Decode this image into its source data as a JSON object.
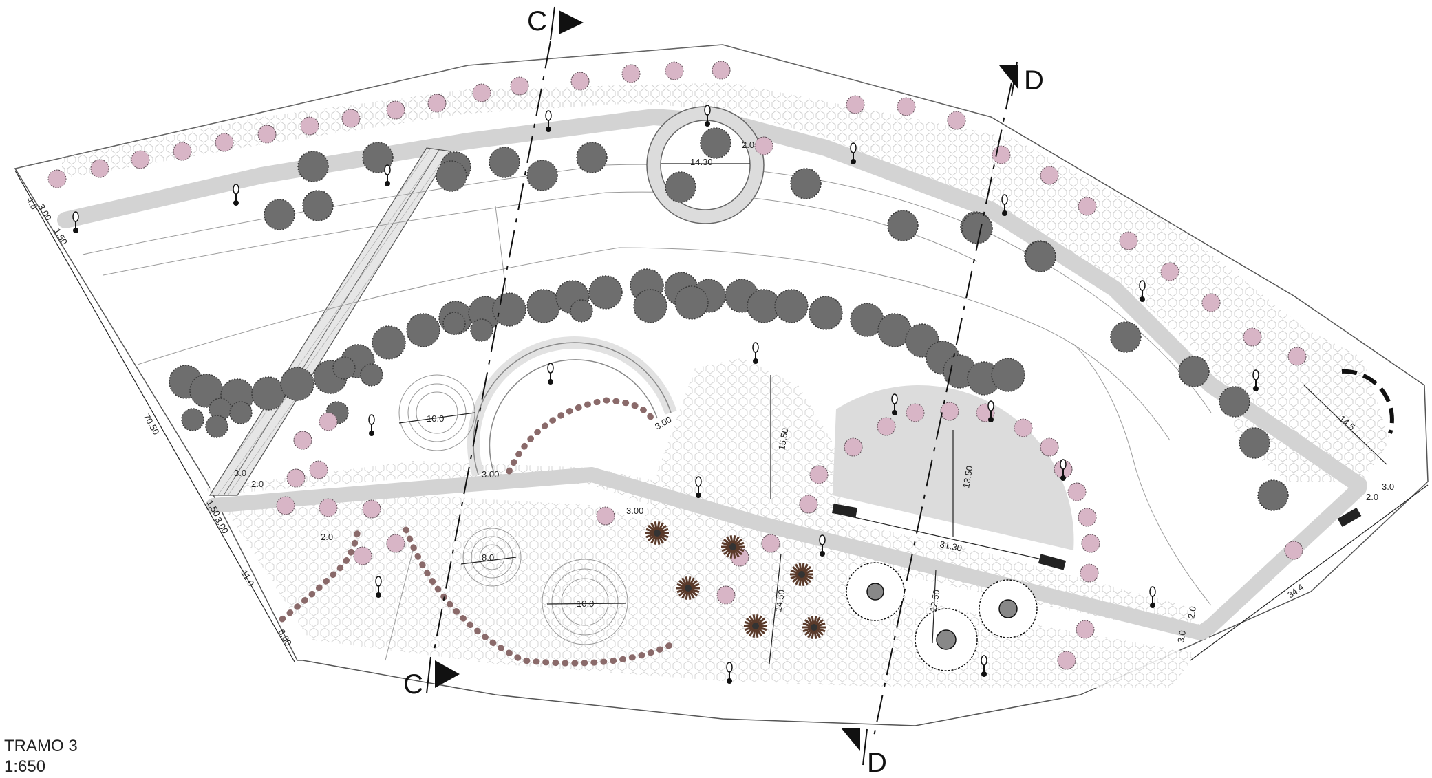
{
  "plan": {
    "title": "TRAMO 3",
    "scale": "1:650"
  },
  "sections": {
    "c_label": "C",
    "d_label": "D"
  },
  "dimensions": {
    "d_4_8": "4.8",
    "d_3_00_w": "3.00",
    "d_1_50": "1.50",
    "d_70_50": "70.50",
    "d_1_50_b": "1.50",
    "d_3_00_b": "3.00",
    "d_11_0": "11.0",
    "d_6_80": "6.80",
    "d_14_30": "14.30",
    "d_2_0_circ": "2.0",
    "d_10_0_a": "10.0",
    "d_3_0_a": "3.0",
    "d_2_0_a": "2.0",
    "d_3_00_amph_r": "3.00",
    "d_3_00_amph_b": "3.00",
    "d_15_50": "15.50",
    "d_13_50": "13.50",
    "d_31_30": "31.30",
    "d_8_0": "8.0",
    "d_10_0_b": "10.0",
    "d_3_00_c": "3.00",
    "d_2_0_left": "2.0",
    "d_14_50": "14.50",
    "d_12_50": "12.50",
    "d_14_5": "14.5",
    "d_2_0_e": "2.0",
    "d_3_0_e": "3.0",
    "d_34_4": "34.4",
    "d_3_0_f": "3.0",
    "d_2_0_f": "2.0"
  },
  "colors": {
    "path": "#d3d3d3",
    "paving_stroke": "#c8c8c8",
    "tree_fill": "#6e6e6e",
    "tree_stroke": "#3a3a3a",
    "shrub_fill": "#d8b5c6",
    "shrub_stroke": "#5a4a52",
    "plaza": "#dcdcdc",
    "line": "#444444",
    "dot_hedge": "#8a6a6a"
  }
}
